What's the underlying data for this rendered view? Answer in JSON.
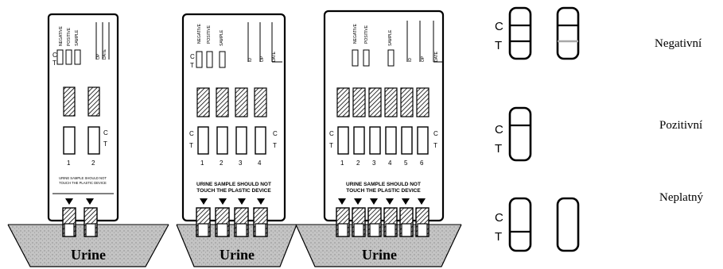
{
  "colors": {
    "ink": "#000000",
    "liquid": "#bdbdbd",
    "liquid_dark": "#8f8f8f",
    "faint_line": "#a8a8a8"
  },
  "devices": [
    {
      "strips": 2,
      "strip_numbers": [
        "1",
        "2"
      ],
      "header_labels": [
        "NEGATIVE",
        "POSITIVE",
        "SAMPLE",
        "OP",
        "DATE"
      ],
      "warning_line1": "URINE SAMPLE SHOULD NOT",
      "warning_line2": "TOUCH THE PLASTIC DEVICE",
      "liquid_label": "Urine"
    },
    {
      "strips": 4,
      "strip_numbers": [
        "1",
        "2",
        "3",
        "4"
      ],
      "header_labels": [
        "NEGATIVE",
        "POSITIVE",
        "SAMPLE",
        "ID",
        "OP",
        "DATE"
      ],
      "warning_line1": "URINE SAMPLE SHOULD NOT",
      "warning_line2": "TOUCH THE PLASTIC DEVICE",
      "liquid_label": "Urine"
    },
    {
      "strips": 6,
      "strip_numbers": [
        "1",
        "2",
        "3",
        "4",
        "5",
        "6"
      ],
      "header_labels": [
        "NEGATIVE",
        "POSITIVE",
        "SAMPLE",
        "ID",
        "OP",
        "DATE"
      ],
      "warning_line1": "URINE SAMPLE SHOULD NOT",
      "warning_line2": "TOUCH THE PLASTIC DEVICE",
      "liquid_label": "Urine"
    }
  ],
  "marker_c": "C",
  "marker_t": "T",
  "results": [
    {
      "label": "Negativní"
    },
    {
      "label": "Pozitivní"
    },
    {
      "label": "Neplatný"
    }
  ]
}
